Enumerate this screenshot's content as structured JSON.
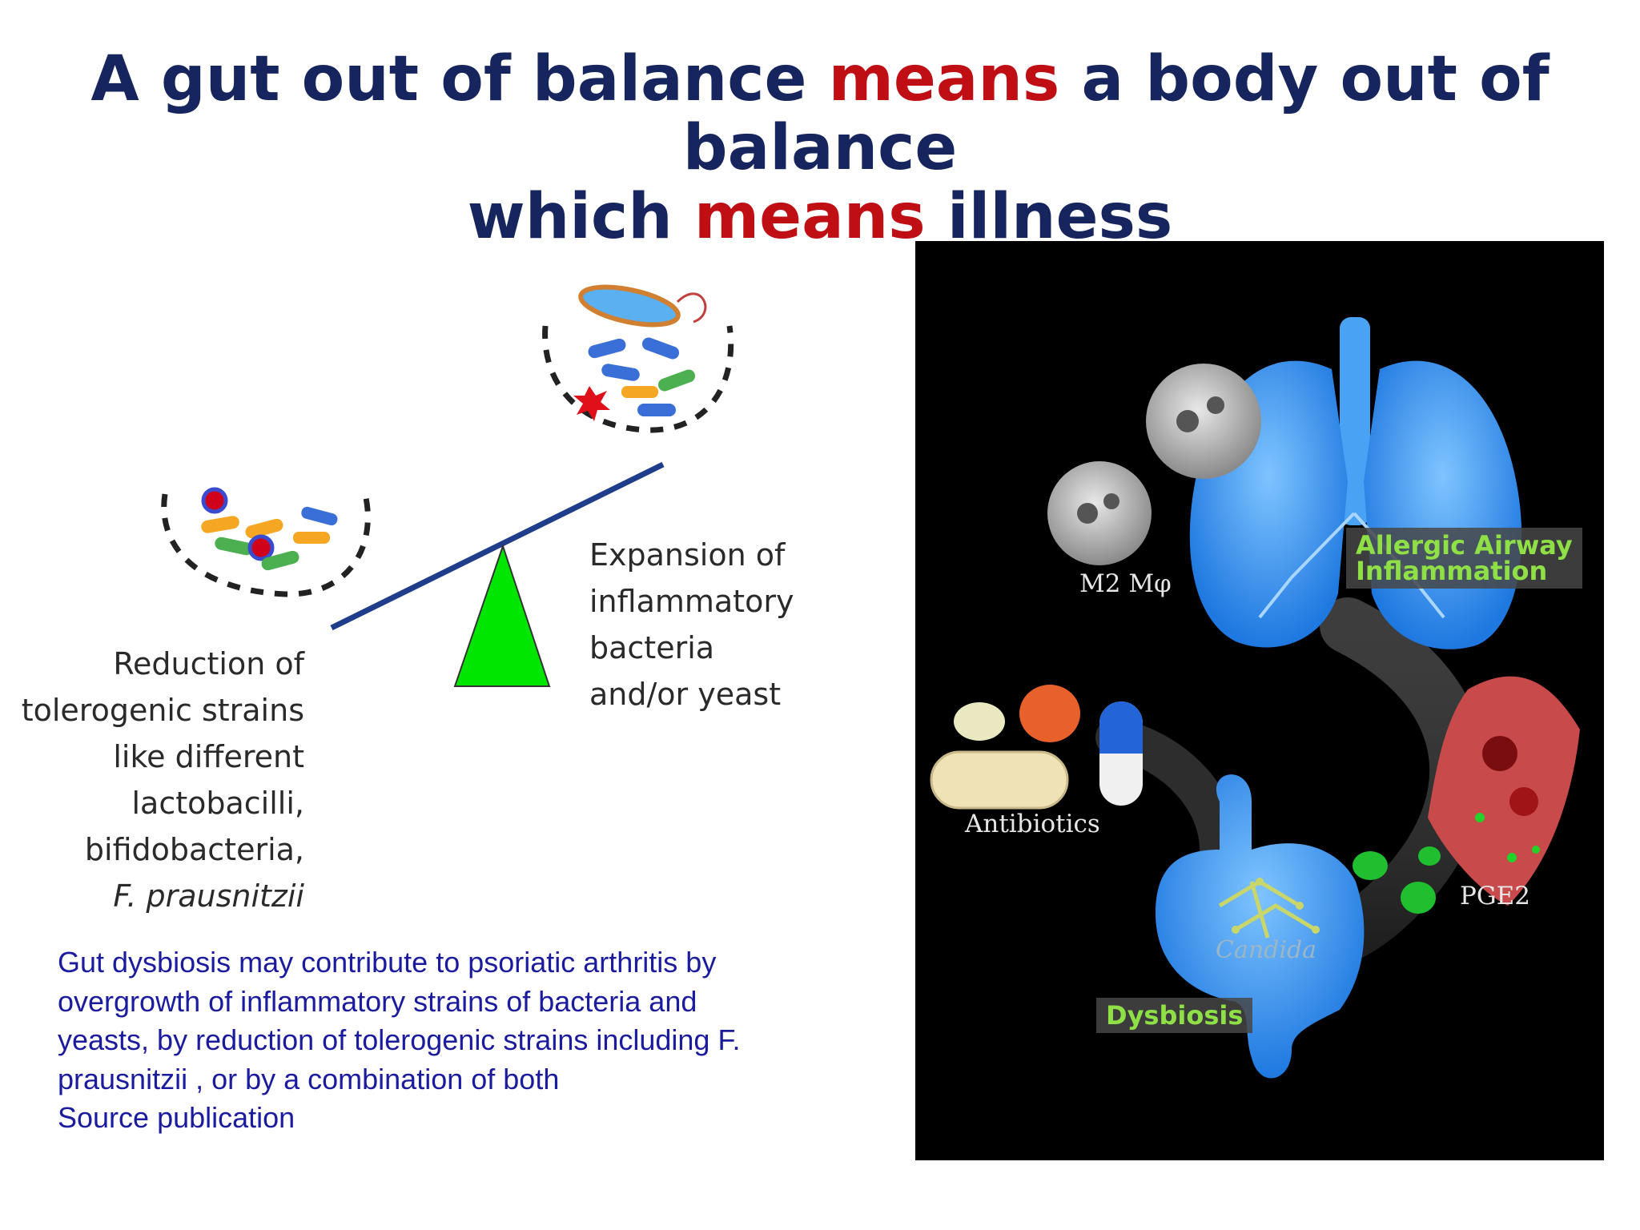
{
  "title": {
    "line1_a": "A gut out of balance ",
    "line1_hl": "means",
    "line1_b": " a body out of balance",
    "line2_a": "which ",
    "line2_hl": "means",
    "line2_b": " illness"
  },
  "left_figure": {
    "reduction_label": [
      "Reduction of",
      "tolerogenic strains",
      "like different",
      "lactobacilli,",
      "bifidobacteria,"
    ],
    "reduction_label_italic": "F.  prausnitzii",
    "expansion_label": [
      "Expansion of",
      "inflammatory",
      "bacteria",
      "and/or yeast"
    ]
  },
  "caption": {
    "lines": [
      "Gut dysbiosis may contribute to psoriatic arthritis by",
      "overgrowth of inflammatory strains of bacteria and",
      "yeasts, by reduction of tolerogenic strains including F.",
      "prausnitzii , or by a combination of both",
      "Source publication"
    ]
  },
  "right_figure": {
    "m2_label": "M2 Mφ",
    "allergic_label_line1": "Allergic Airway",
    "allergic_label_line2": "Inflammation",
    "antibiotics_label": "Antibiotics",
    "pge2_label": "PGE2",
    "candida_label": "Candida",
    "dysbiosis_label": "Dysbiosis"
  },
  "colors": {
    "title": "#17255e",
    "title_highlight": "#c00e15",
    "caption": "#1b1b9e",
    "fulcrum": "#00e600",
    "beam": "#1f3d8a",
    "label_green": "#8fe046"
  }
}
